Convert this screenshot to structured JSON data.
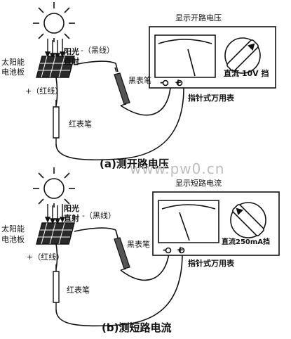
{
  "panel_a": {
    "meter_title": "显示开路电压",
    "sun_label_line1": "阳光",
    "sun_label_line2": "直射",
    "panel_label_line1": "太阳能",
    "panel_label_line2": "电池板",
    "neg_wire_label": "-（黑线）",
    "pos_wire_label": "+（红线）",
    "black_probe_label": "黑表笔",
    "red_probe_label": "红表笔",
    "range_label": "直流 10V 挡",
    "terminal_minus": "-",
    "terminal_plus": "+",
    "meter_name": "指针式万用表",
    "caption": "(a)测开路电压"
  },
  "panel_b": {
    "meter_title": "显示短路电流",
    "sun_label_line1": "阳光",
    "sun_label_line2": "直射",
    "panel_label_line1": "太阳能",
    "panel_label_line2": "电池板",
    "neg_wire_label": "-（黑线）",
    "pos_wire_label": "+（红线）",
    "black_probe_label": "黑表笔",
    "red_probe_label": "红表笔",
    "range_label": "直流250mA挡",
    "terminal_minus": "-",
    "terminal_plus": "+",
    "meter_name": "指针式万用表",
    "caption": "(b)测短路电流"
  },
  "watermark": "www.pw0.cn"
}
